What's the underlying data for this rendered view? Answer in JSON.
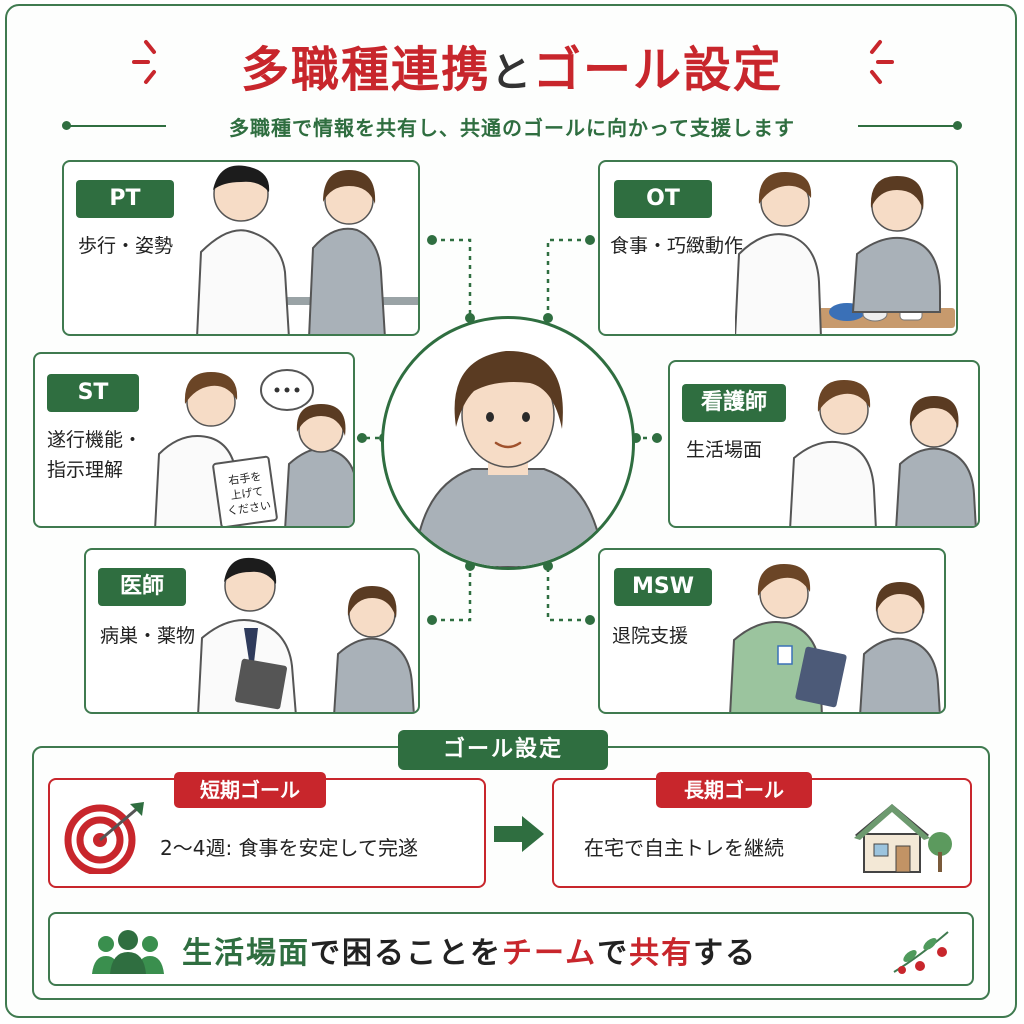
{
  "title": {
    "part1": "多職種連携",
    "connector": "と",
    "part2": "ゴール設定"
  },
  "subtitle": "多職種で情報を共有し、共通のゴールに向かって支援します",
  "roles": [
    {
      "label": "PT",
      "text1": "歩行・姿勢",
      "text2": ""
    },
    {
      "label": "OT",
      "text1": "食事・巧緻動作",
      "text2": ""
    },
    {
      "label": "ST",
      "text1": "遂行機能・",
      "text2": "指示理解"
    },
    {
      "label": "看護師",
      "text1": "生活場面",
      "text2": ""
    },
    {
      "label": "医師",
      "text1": "病巣・薬物",
      "text2": ""
    },
    {
      "label": "MSW",
      "text1": "退院支援",
      "text2": ""
    }
  ],
  "st_card": {
    "line1": "右手を",
    "line2": "上げて",
    "line3": "ください"
  },
  "goal": {
    "header": "ゴール設定",
    "short_label": "短期ゴール",
    "short_text": "2〜4週: 食事を安定して完遂",
    "long_label": "長期ゴール",
    "long_text": "在宅で自主トレを継続"
  },
  "share": {
    "p1": "生活場面",
    "p2": "で困ることを",
    "p3": "チーム",
    "p4": "で",
    "p5": "共有",
    "p6": "する"
  },
  "colors": {
    "green": "#2f6e40",
    "red": "#c8262c",
    "frame": "#3f7a4f"
  },
  "icons": [
    "target-icon",
    "arrow-right-icon",
    "house-icon",
    "people-icon",
    "berry-sprig-icon",
    "speech-bubble-icon"
  ]
}
